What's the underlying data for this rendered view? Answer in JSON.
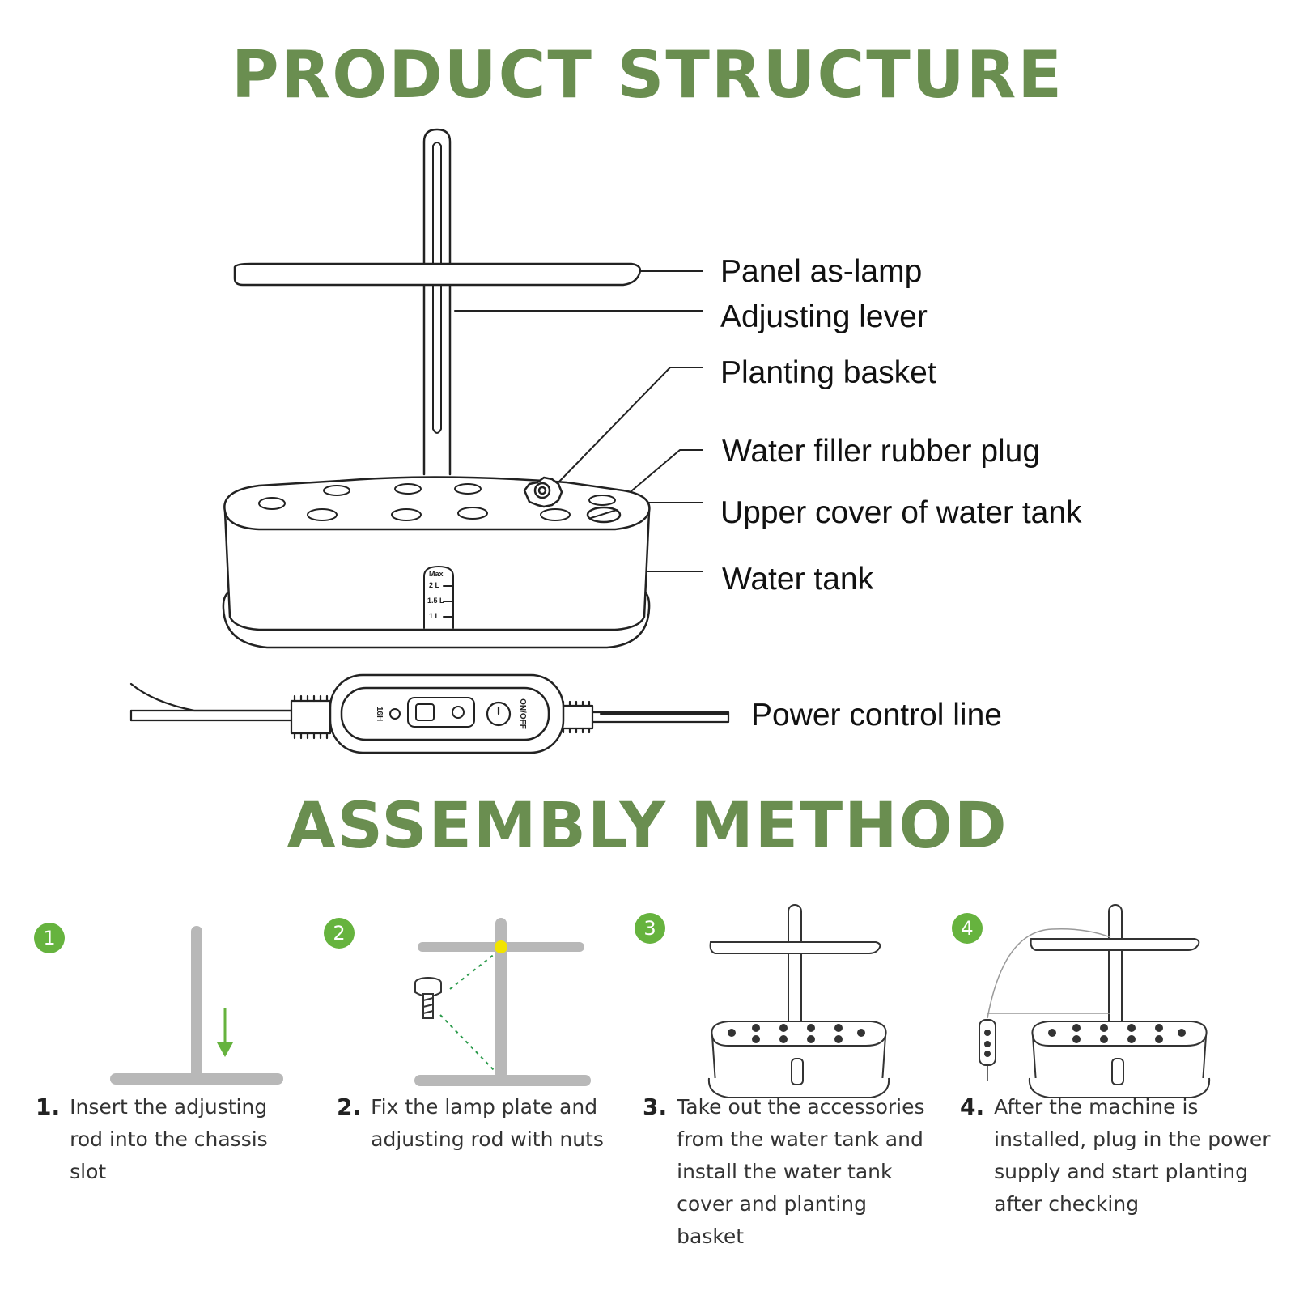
{
  "titles": {
    "product_structure": "PRODUCT STRUCTURE",
    "assembly_method": "ASSEMBLY METHOD"
  },
  "parts": {
    "panel_lamp": "Panel as-lamp",
    "adjusting_lever": "Adjusting lever",
    "planting_basket": "Planting basket",
    "water_filler_plug": "Water filler rubber plug",
    "upper_cover": "Upper cover of water tank",
    "water_tank": "Water tank",
    "power_control_line": "Power control line"
  },
  "tank_scale": {
    "max": "Max",
    "l2": "2 L",
    "l15": "1.5 L",
    "l1": "1 L"
  },
  "controller": {
    "timer": "16H",
    "onoff": "ON/OFF"
  },
  "steps": [
    {
      "badge": "1",
      "num": "1.",
      "text": "Insert the adjusting rod into the chassis slot"
    },
    {
      "badge": "2",
      "num": "2.",
      "text": "Fix the lamp plate and adjusting rod with nuts"
    },
    {
      "badge": "3",
      "num": "3.",
      "text": "Take out the accessories from the water tank and install the water tank cover and planting basket"
    },
    {
      "badge": "4",
      "num": "4.",
      "text": "After the machine is installed, plug in the power supply and start planting after checking"
    }
  ],
  "colors": {
    "title_green": "#6a8e50",
    "badge_green": "#66b33e",
    "rod_gray": "#b8b8b8",
    "accent_yellow": "#f2e400"
  }
}
